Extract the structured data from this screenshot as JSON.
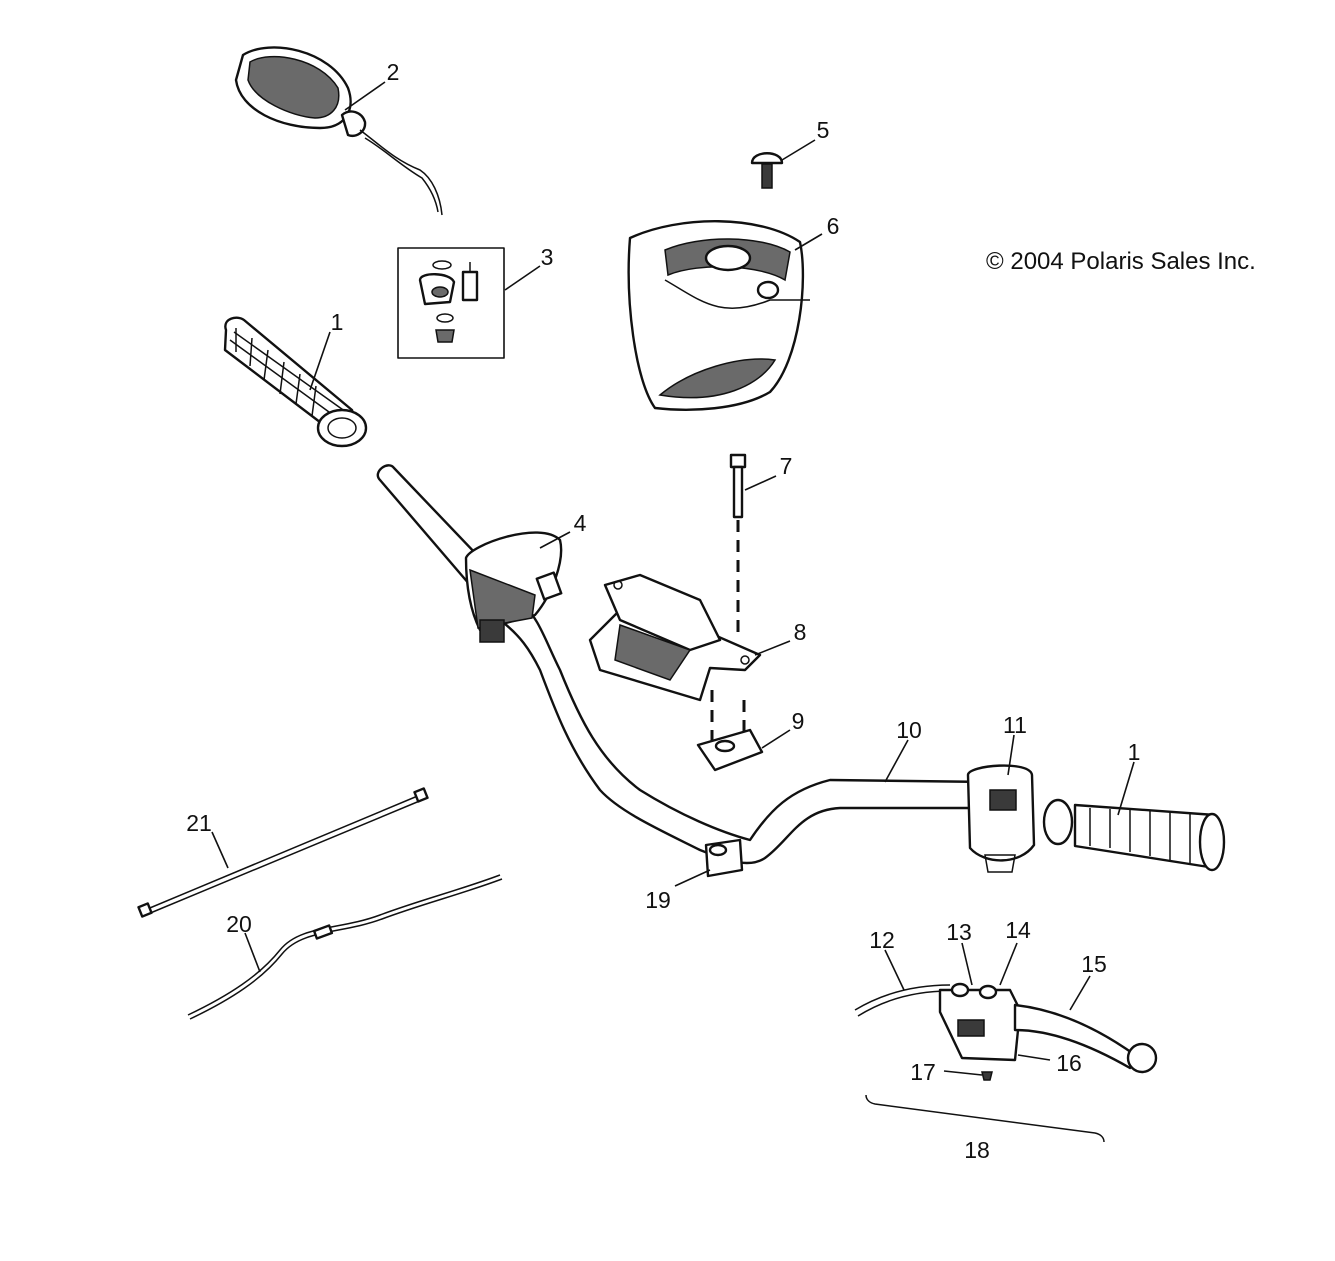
{
  "copyright": "© 2004 Polaris Sales Inc.",
  "callouts": [
    "1",
    "2",
    "3",
    "4",
    "5",
    "6",
    "1",
    "7",
    "8",
    "9",
    "10",
    "11",
    "21",
    "19",
    "20",
    "12",
    "13",
    "14",
    "15",
    "16",
    "17",
    "18"
  ]
}
